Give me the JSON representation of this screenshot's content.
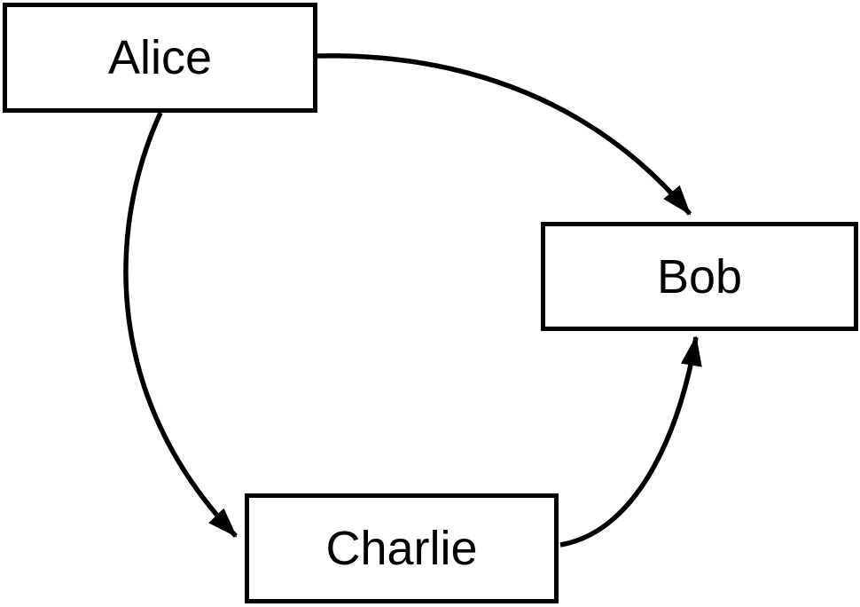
{
  "diagram": {
    "background_color": "#ffffff",
    "stroke_color": "#000000",
    "nodes": [
      {
        "id": "alice",
        "label": "Alice"
      },
      {
        "id": "bob",
        "label": "Bob"
      },
      {
        "id": "charlie",
        "label": "Charlie"
      }
    ],
    "edges": [
      {
        "from": "Alice",
        "to": "Bob",
        "arrowhead": "filled-triangle"
      },
      {
        "from": "Alice",
        "to": "Charlie",
        "arrowhead": "filled-triangle"
      },
      {
        "from": "Charlie",
        "to": "Bob",
        "arrowhead": "filled-triangle"
      }
    ]
  }
}
